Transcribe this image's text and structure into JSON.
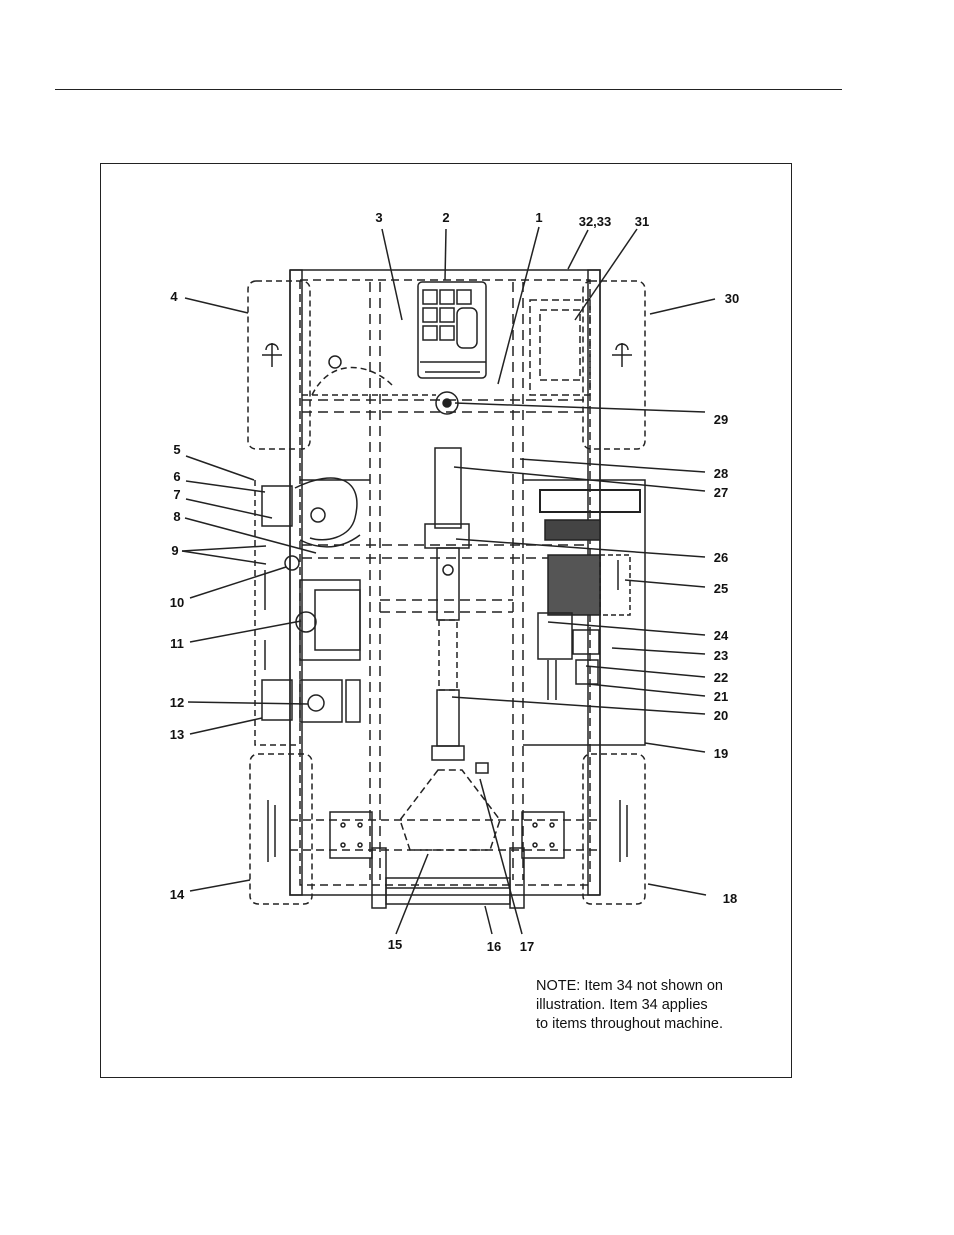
{
  "callouts": {
    "c1": "1",
    "c2": "2",
    "c3": "3",
    "c3233": "32,33",
    "c31": "31",
    "c4": "4",
    "c30": "30",
    "c29": "29",
    "c5": "5",
    "c28": "28",
    "c6": "6",
    "c27": "27",
    "c7": "7",
    "c8": "8",
    "c26": "26",
    "c9": "9",
    "c25": "25",
    "c10": "10",
    "c11": "11",
    "c24": "24",
    "c23": "23",
    "c22": "22",
    "c21": "21",
    "c12": "12",
    "c20": "20",
    "c13": "13",
    "c19": "19",
    "c14": "14",
    "c18": "18",
    "c15": "15",
    "c16": "16",
    "c17": "17"
  },
  "note": {
    "line1": "NOTE: Item 34 not shown on",
    "line2": "illustration. Item 34 applies",
    "line3": "to items throughout machine."
  }
}
